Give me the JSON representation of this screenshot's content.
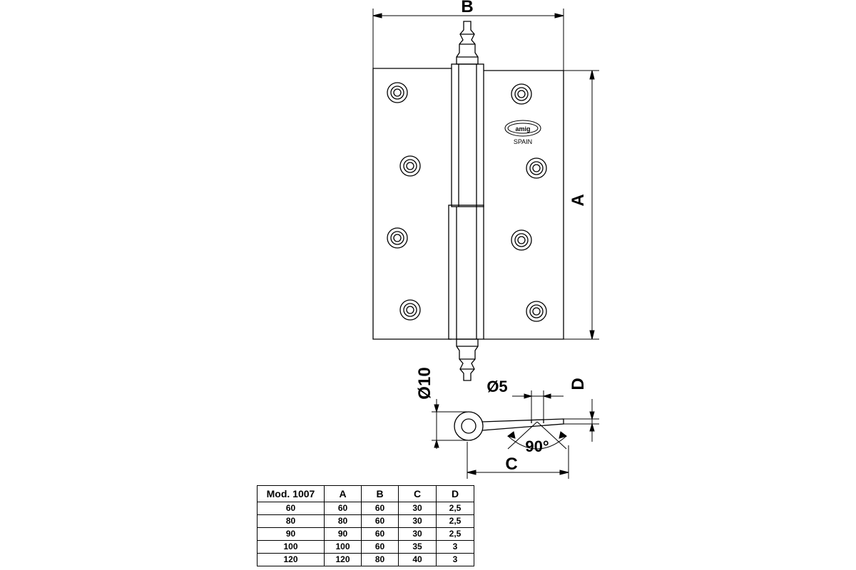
{
  "drawing": {
    "labels": {
      "A": "A",
      "B": "B",
      "C": "C",
      "D": "D",
      "pin_diameter": "Ø10",
      "hole_diameter": "Ø5",
      "angle": "90°"
    },
    "logo": {
      "brand": "amig",
      "origin": "SPAIN"
    }
  },
  "spec_table": {
    "headers": [
      "Mod. 1007",
      "A",
      "B",
      "C",
      "D"
    ],
    "rows": [
      [
        "60",
        "60",
        "60",
        "30",
        "2,5"
      ],
      [
        "80",
        "80",
        "60",
        "30",
        "2,5"
      ],
      [
        "90",
        "90",
        "60",
        "30",
        "2,5"
      ],
      [
        "100",
        "100",
        "60",
        "35",
        "3"
      ],
      [
        "120",
        "120",
        "80",
        "40",
        "3"
      ]
    ]
  }
}
